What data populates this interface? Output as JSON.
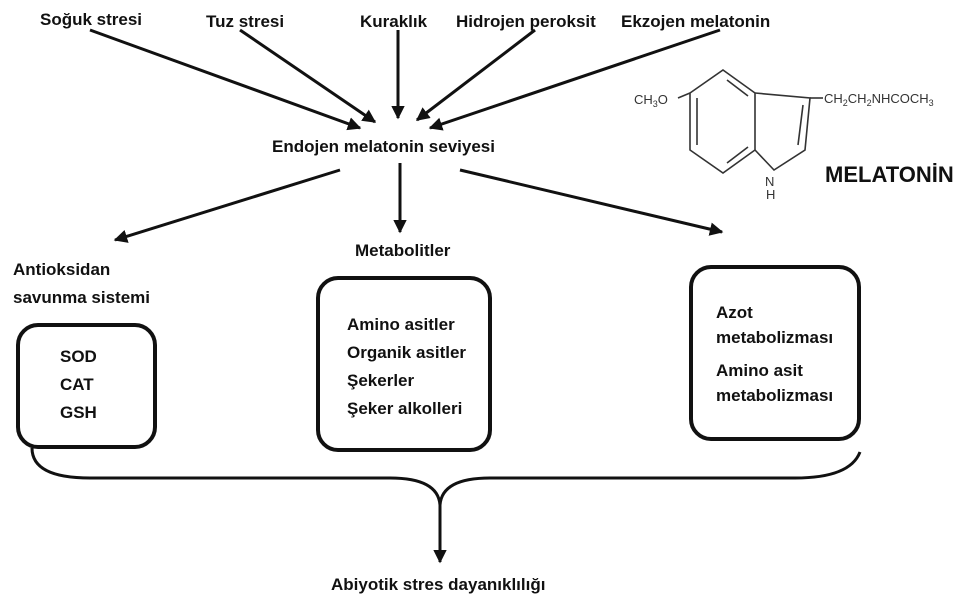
{
  "stressors": [
    "Soğuk stresi",
    "Tuz stresi",
    "Kuraklık",
    "Hidrojen peroksit",
    "Ekzojen melatonin"
  ],
  "center_label": "Endojen melatonin seviyesi",
  "branches": {
    "antioxidant": {
      "title_line1": "Antioksidan",
      "title_line2": "savunma sistemi",
      "items": [
        "SOD",
        "CAT",
        "GSH"
      ]
    },
    "metabolites": {
      "title": "Metabolitler",
      "items": [
        "Amino asitler",
        "Organik asitler",
        "Şekerler",
        "Şeker alkolleri"
      ]
    },
    "metabolism": {
      "items": [
        "Azot",
        "metabolizması",
        "Amino asit",
        "metabolizması"
      ]
    }
  },
  "outcome": "Abiyotik stres dayanıklılığı",
  "molecule": {
    "name": "MELATONİN",
    "left_group": "CH",
    "left_group_sub": "3",
    "left_group_suffix": "O",
    "side_chain": "CH",
    "side_chain_parts": [
      "2",
      "CH",
      "2",
      "NHCOCH",
      "3"
    ],
    "nh_n": "N",
    "nh_h": "H"
  },
  "colors": {
    "ink": "#111111",
    "structure": "#333333"
  }
}
